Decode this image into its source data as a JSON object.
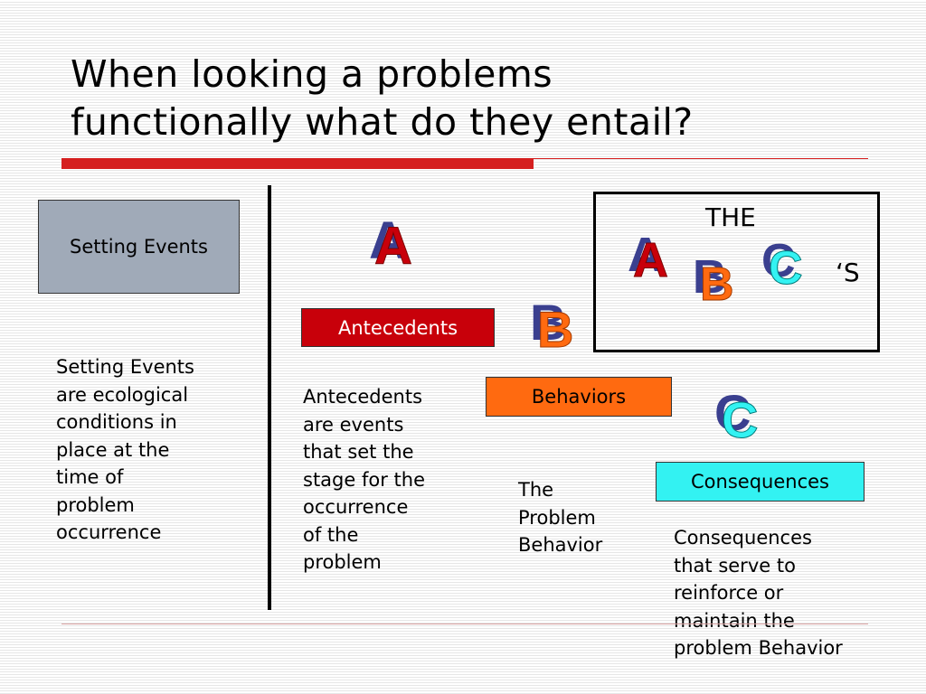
{
  "slide": {
    "title_lines": [
      "When looking a problems",
      "functionally what do they entail?"
    ],
    "setting_events": {
      "label": "Setting Events",
      "description_lines": [
        "Setting Events",
        "are ecological",
        "conditions in",
        "place at the",
        "time of",
        "problem",
        "occurrence"
      ]
    },
    "antecedents": {
      "label": "Antecedents",
      "description_lines": [
        "Antecedents",
        "are events",
        "that set the",
        "stage for the",
        "occurrence",
        "of the",
        "problem"
      ]
    },
    "behaviors": {
      "label": "Behaviors",
      "description_lines": [
        "The",
        "Problem",
        "Behavior"
      ]
    },
    "consequences": {
      "label": "Consequences",
      "description_lines": [
        "Consequences",
        "that serve to",
        "reinforce or",
        "maintain the",
        "problem Behavior"
      ]
    },
    "abc_box": {
      "top_word": "THE",
      "suffix": "‘S"
    },
    "letters": {
      "a": "A",
      "b": "B",
      "c": "C"
    },
    "colors": {
      "title_rule": "#d51f1f",
      "setting_box": "#a0aab8",
      "antecedents_box": "#c8000a",
      "behaviors_box": "#ff6a10",
      "consequences_box": "#33f2f2",
      "letter_shadow": "#3a3f8f"
    }
  }
}
